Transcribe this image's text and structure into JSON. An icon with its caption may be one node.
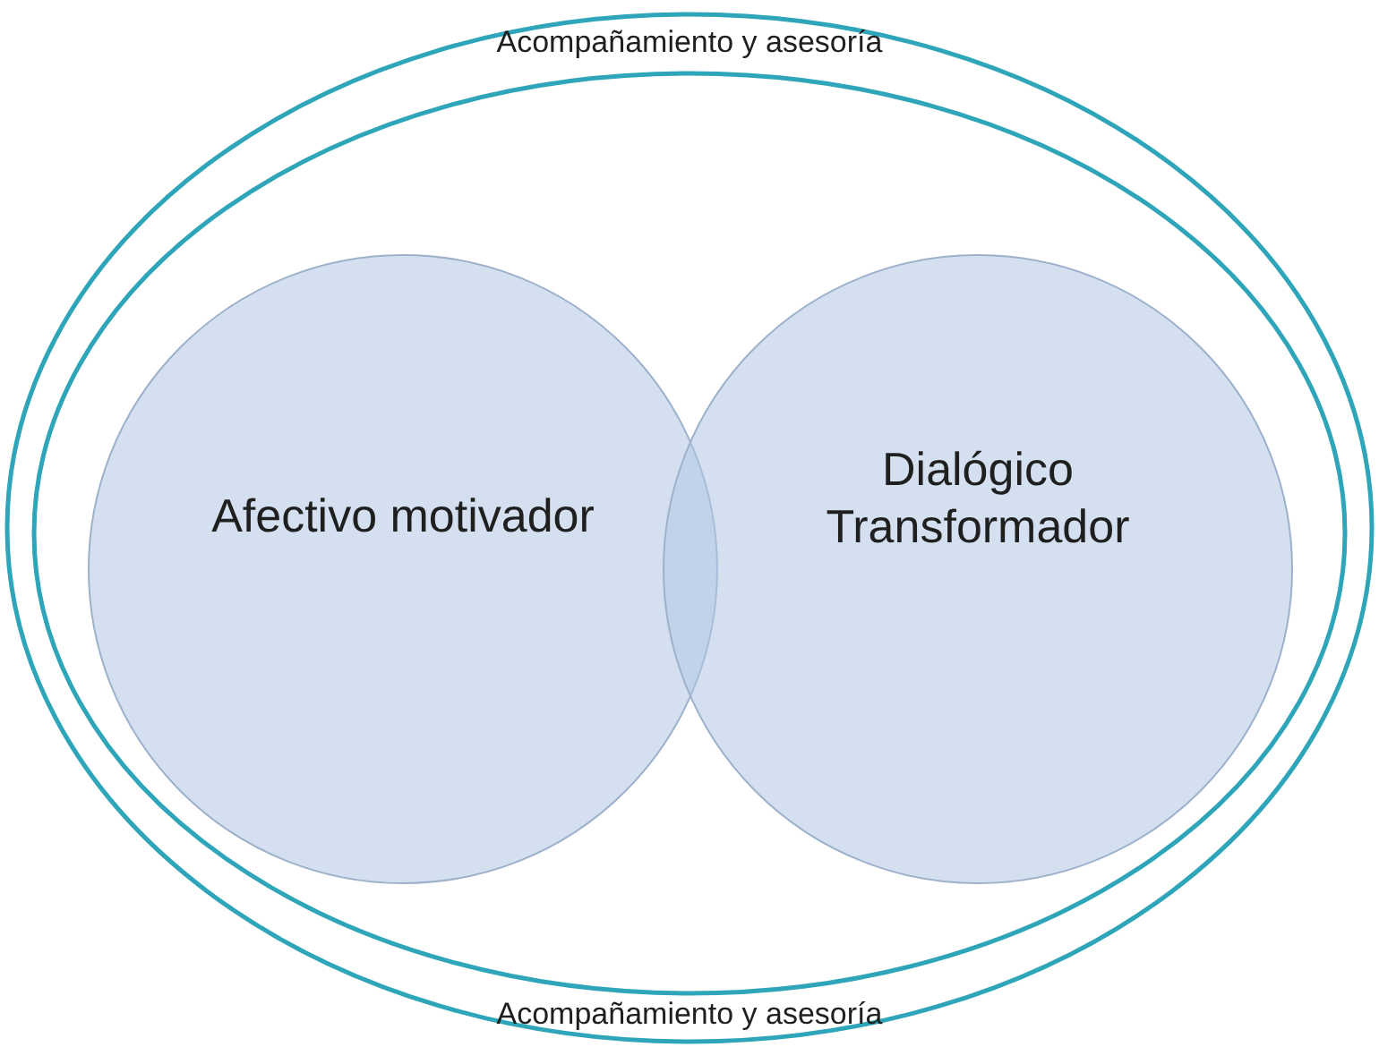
{
  "diagram": {
    "nodes": [
      {
        "text": [
          "Acompañamiento y asesoría",
          "Acompañamiento y asesoría"
        ]
      },
      {
        "text": [
          "Afectivo motivador"
        ],
        "in": 0
      },
      {
        "text": [
          "Dialógico Transformador"
        ],
        "in": 0
      }
    ]
  }
}
